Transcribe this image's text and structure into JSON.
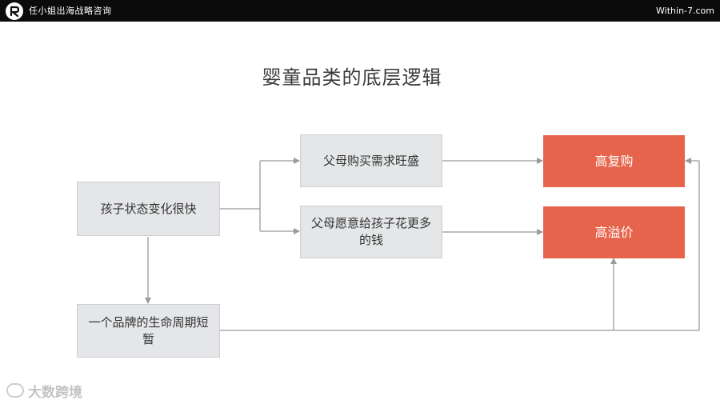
{
  "header": {
    "brand": "任小姐出海战略咨询",
    "site": "Within-7.com"
  },
  "title": "婴童品类的底层逻辑",
  "nodes": {
    "child_change": "孩子状态变化很快",
    "parent_demand": "父母购买需求旺盛",
    "parent_spend": "父母愿意给孩子花更多的钱",
    "short_lifecycle": "一个品牌的生命周期短暂",
    "high_repurchase": "高复购",
    "high_premium": "高溢价"
  },
  "watermark": {
    "text": "大数跨境"
  },
  "colors": {
    "accent": "#e6644b",
    "box_fill": "#e4e6e8",
    "top_bar": "#0b0b0b",
    "connector": "#9a9a9a"
  }
}
